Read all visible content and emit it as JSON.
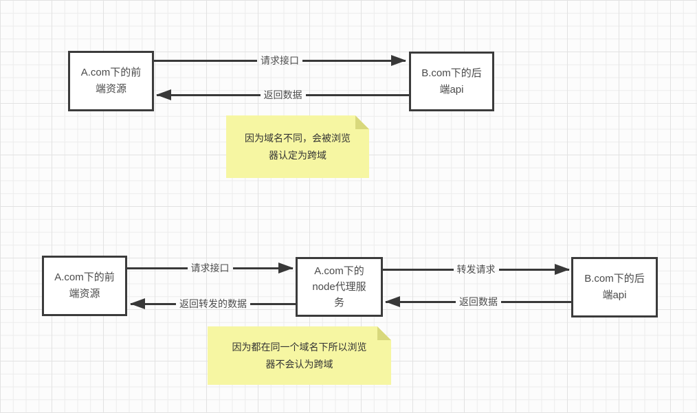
{
  "palette": {
    "canvas_bg": "#fcfcfc",
    "grid_minor": "#ececec",
    "grid_major": "#e2e2e2",
    "shape_border": "#3b3b3b",
    "shape_fill": "#ffffff",
    "arrow_color": "#383838",
    "text_color": "#4a4a4a",
    "note_bg": "#f6f6a2",
    "note_fold": "#d8d87c",
    "note_text_color": "#333333"
  },
  "top_diagram": {
    "frontend_box": [
      "A.com下的前",
      "端资源"
    ],
    "backend_box": [
      "B.com下的后",
      "端api"
    ],
    "request_label": "请求接口",
    "return_label": "返回数据",
    "note": [
      "因为域名不同，会被浏览",
      "器认定为跨域"
    ]
  },
  "bottom_diagram": {
    "frontend_box": [
      "A.com下的前",
      "端资源"
    ],
    "proxy_box": [
      "A.com下的",
      "node代理服",
      "务"
    ],
    "backend_box": [
      "B.com下的后",
      "端api"
    ],
    "request_label": "请求接口",
    "return_forwarded_label": "返回转发的数据",
    "forward_label": "转发请求",
    "return_label": "返回数据",
    "note": [
      "因为都在同一个域名下所以浏览",
      "器不会认为跨域"
    ]
  }
}
